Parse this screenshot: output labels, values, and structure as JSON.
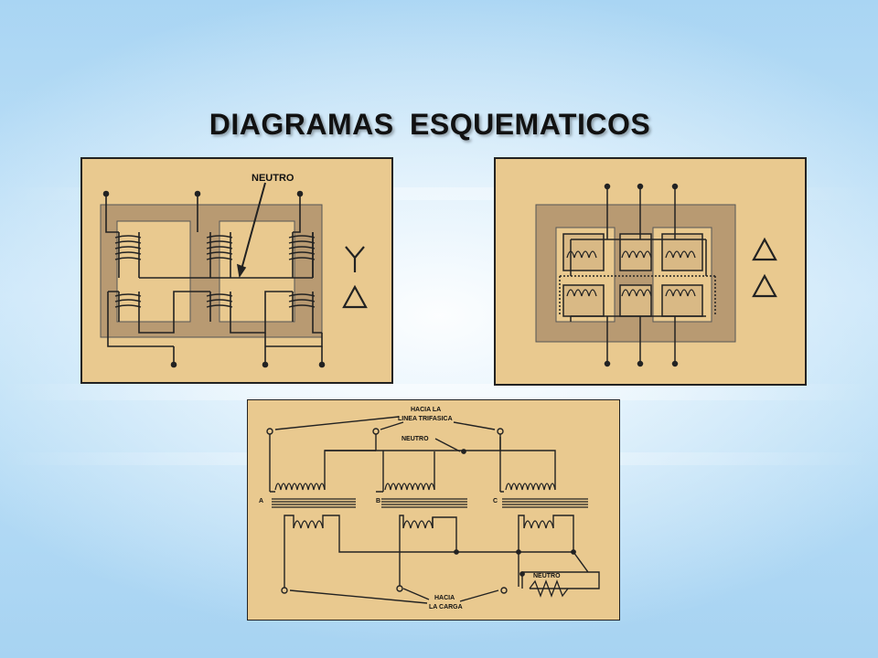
{
  "slide": {
    "title": "DIAGRAMAS  ESQUEMATICOS"
  },
  "diagram_top_left": {
    "callout": "NEUTRO"
  },
  "diagram_bottom": {
    "line_label_1": "HACIA LA",
    "line_label_2": "LINEA TRIFASICA",
    "neutral_top": "NEUTRO",
    "phase_a": "A",
    "phase_b": "B",
    "phase_c": "C",
    "load_label_1": "HACIA",
    "load_label_2": "LA CARGA",
    "neutral_bottom": "NEUTRO"
  },
  "colors": {
    "panel_fill": "#e9c98f",
    "core_fill": "#b89a72",
    "line": "#222222"
  }
}
